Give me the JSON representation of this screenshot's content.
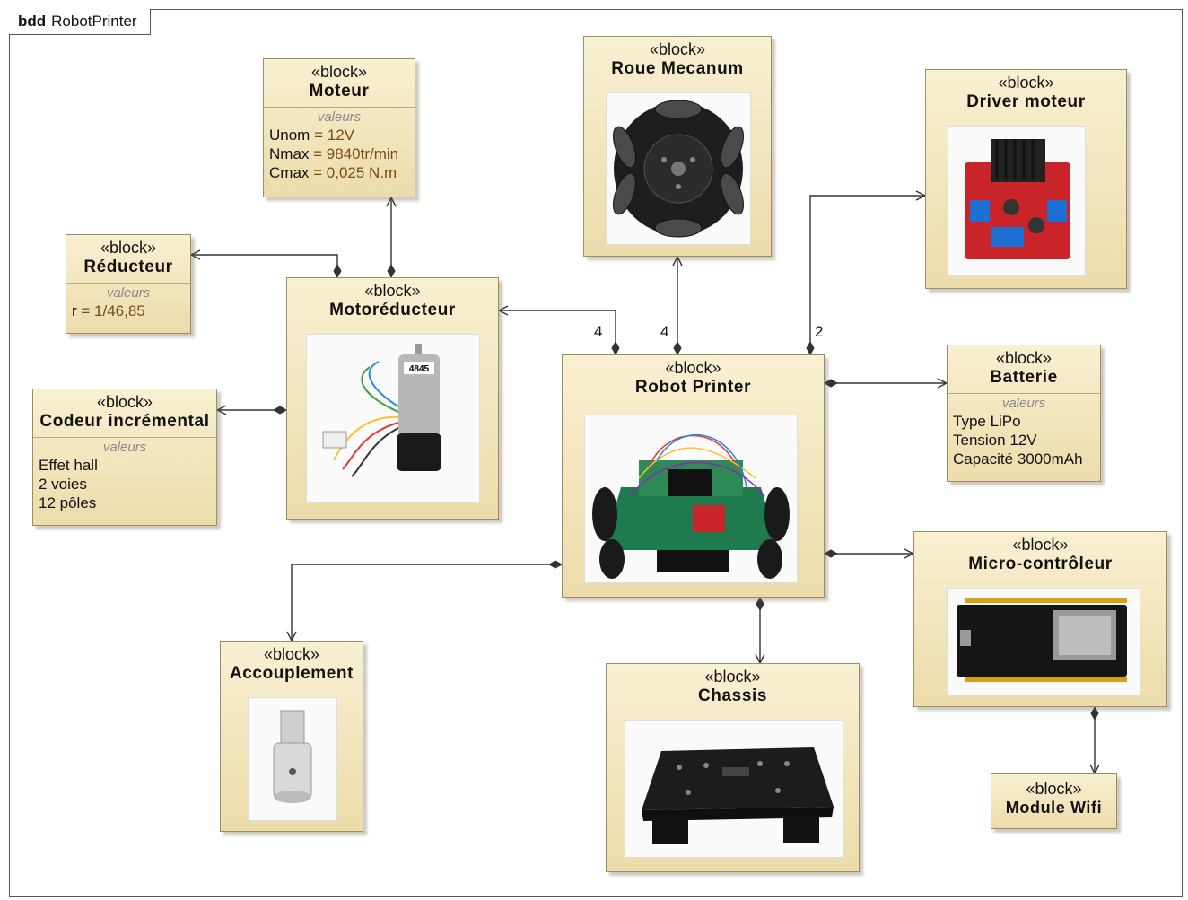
{
  "frame": {
    "kind": "bdd",
    "name": "RobotPrinter"
  },
  "stereotype": "«block»",
  "blocks": {
    "moteur": {
      "name": "Moteur",
      "values_header": "valeurs",
      "values": [
        {
          "k": "Unom",
          "v": "12V"
        },
        {
          "k": "Nmax",
          "v": "9840tr/min"
        },
        {
          "k": "Cmax",
          "v": "0,025 N.m"
        }
      ]
    },
    "roue": {
      "name": "Roue Mecanum"
    },
    "driver": {
      "name": "Driver moteur"
    },
    "reducteur": {
      "name": "Réducteur",
      "values_header": "valeurs",
      "values": [
        {
          "k": "r",
          "v": "1/46,85"
        }
      ]
    },
    "motoreducteur": {
      "name": "Motoréducteur"
    },
    "codeur": {
      "name": "Codeur incrémental",
      "values_header": "valeurs",
      "lines": [
        "Effet hall",
        "2 voies",
        "12 pôles"
      ]
    },
    "robot": {
      "name": "Robot Printer"
    },
    "batterie": {
      "name": "Batterie",
      "values_header": "valeurs",
      "lines": [
        "Type LiPo",
        "Tension 12V",
        "Capacité 3000mAh"
      ]
    },
    "micro": {
      "name": "Micro-contrôleur"
    },
    "accouplement": {
      "name": "Accouplement"
    },
    "chassis": {
      "name": "Chassis"
    },
    "wifi": {
      "name": "Module Wifi"
    }
  },
  "multiplicities": {
    "motoreducteur": "4",
    "roue": "4",
    "driver": "2"
  },
  "colors": {
    "block_fill_top": "#f8f0d2",
    "block_fill_bottom": "#ecdcaa",
    "value_text": "#7a4a12",
    "line": "#333333"
  }
}
